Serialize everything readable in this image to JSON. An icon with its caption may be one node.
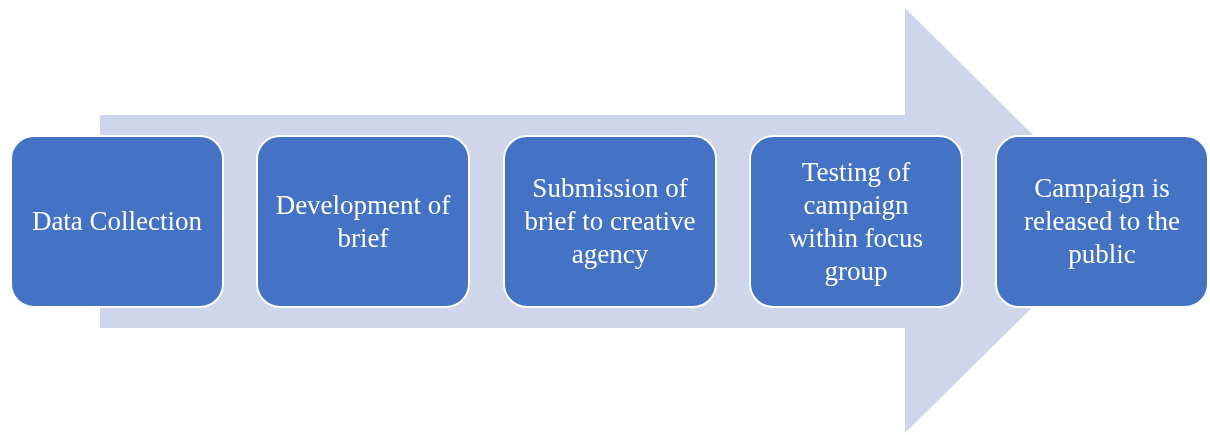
{
  "diagram": {
    "nodes": [
      {
        "text": [
          "Data Collection"
        ]
      },
      {
        "text": [
          "Development of brief"
        ]
      },
      {
        "text": [
          "Submission of brief to creative agency"
        ]
      },
      {
        "text": [
          "Testing of campaign within focus group"
        ]
      },
      {
        "text": [
          "Campaign is released to the public"
        ]
      }
    ],
    "edges": [
      {
        "from": 0,
        "to": 4,
        "arrow": "to"
      }
    ]
  }
}
